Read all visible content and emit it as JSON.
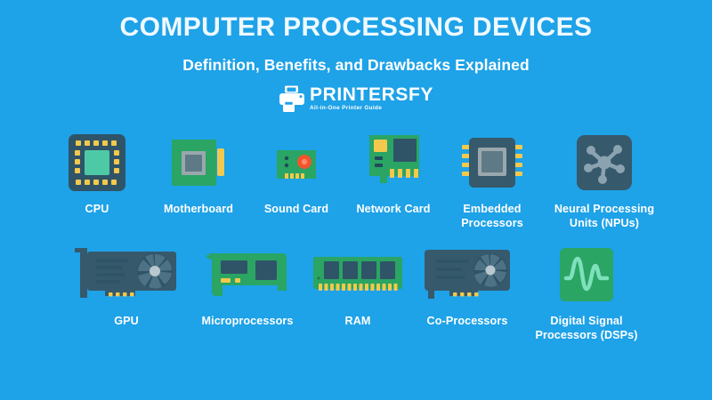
{
  "header": {
    "title": "COMPUTER PROCESSING DEVICES",
    "subtitle": "Definition, Benefits, and Drawbacks Explained"
  },
  "logo": {
    "icon": "printer-icon",
    "name": "PRINTERSFY",
    "tagline": "All-in-One Printer Guide"
  },
  "colors": {
    "background": "#1ea2e8",
    "title_text": "#eef9ff",
    "label_text": "#ffffff",
    "chip_dark": "#2f5468",
    "chip_dark_alt": "#37596c",
    "pcb_green": "#2aa563",
    "green_accent": "#35a86a",
    "teal": "#4ec9a5",
    "pin_yellow": "#f2c94c",
    "gray_light": "#9aa7ad",
    "red_accent": "#f2542d"
  },
  "rows": [
    {
      "name": "row-1",
      "items": [
        {
          "label": "CPU",
          "icon": "cpu-icon"
        },
        {
          "label": "Motherboard",
          "icon": "motherboard-icon"
        },
        {
          "label": "Sound Card",
          "icon": "sound-card-icon"
        },
        {
          "label": "Network Card",
          "icon": "network-card-icon"
        },
        {
          "label": "Embedded\nProcessors",
          "icon": "embedded-processor-icon"
        },
        {
          "label": "Neural Processing\nUnits (NPUs)",
          "icon": "neural-network-icon"
        }
      ]
    },
    {
      "name": "row-2",
      "items": [
        {
          "label": "GPU",
          "icon": "gpu-icon"
        },
        {
          "label": "Microprocessors",
          "icon": "microprocessor-icon"
        },
        {
          "label": "RAM",
          "icon": "ram-icon"
        },
        {
          "label": "Co-Processors",
          "icon": "coprocessor-icon"
        },
        {
          "label": "Digital Signal\nProcessors (DSPs)",
          "icon": "dsp-waveform-icon"
        }
      ]
    }
  ]
}
